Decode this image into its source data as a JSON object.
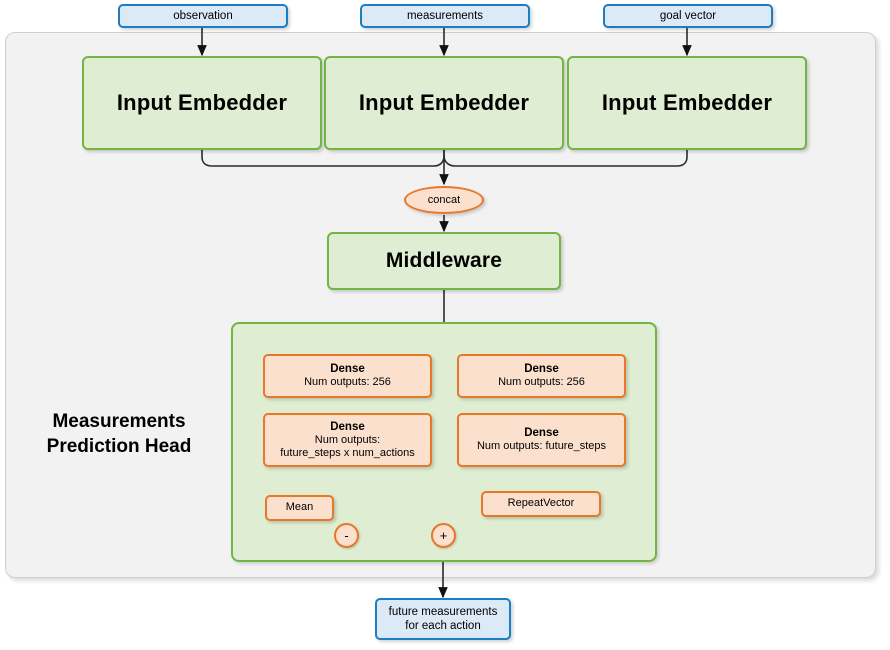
{
  "diagram": {
    "title": "Measurements Prediction Head",
    "colors": {
      "input_border": "#1b7ec4",
      "input_fill": "#dce9f7",
      "module_border": "#72b544",
      "module_fill": "#dfeed2",
      "op_border": "#e8772a",
      "op_fill": "#fbe0ce",
      "container_fill": "#f2f2f2",
      "wire": "#2b2b2b"
    }
  },
  "inputs": [
    {
      "label": "observation"
    },
    {
      "label": "measurements"
    },
    {
      "label": "goal vector"
    }
  ],
  "embedders": [
    {
      "label": "Input Embedder"
    },
    {
      "label": "Input Embedder"
    },
    {
      "label": "Input Embedder"
    }
  ],
  "concat": {
    "label": "concat"
  },
  "middleware": {
    "label": "Middleware"
  },
  "head": {
    "label": "Measurements\nPrediction Head",
    "label_line1": "Measurements",
    "label_line2": "Prediction Head",
    "left_branch": {
      "dense1": {
        "title": "Dense",
        "sub": "Num outputs: 256"
      },
      "dense2": {
        "title": "Dense",
        "sub_line1": "Num outputs:",
        "sub_line2": "future_steps x num_actions"
      },
      "mean": {
        "label": "Mean"
      },
      "op": {
        "label": "-"
      }
    },
    "right_branch": {
      "dense1": {
        "title": "Dense",
        "sub": "Num outputs: 256"
      },
      "dense2": {
        "title": "Dense",
        "sub": "Num outputs: future_steps"
      },
      "repeat_vector": {
        "label": "RepeatVector"
      },
      "op": {
        "label": "+"
      }
    }
  },
  "output": {
    "line1": "future measurements",
    "line2": "for each action"
  }
}
